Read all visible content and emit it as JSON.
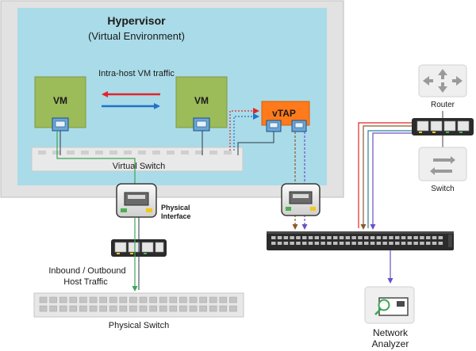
{
  "hypervisor": {
    "title": "Hypervisor",
    "subtitle": "(Virtual Environment)"
  },
  "vms": {
    "vm1_label": "VM",
    "vm2_label": "VM",
    "traffic_label": "Intra-host VM traffic"
  },
  "vtap": {
    "label": "vTAP"
  },
  "virtual_switch": {
    "label": "Virtual Switch"
  },
  "physical_interface": {
    "line1": "Physical",
    "line2": "Interface"
  },
  "host_traffic": {
    "line1": "Inbound / Outbound",
    "line2": "Host Traffic"
  },
  "physical_switch": {
    "label": "Physical Switch"
  },
  "router": {
    "label": "Router"
  },
  "switch": {
    "label": "Switch"
  },
  "network_analyzer": {
    "line1": "Network",
    "line2": "Analyzer"
  },
  "colors": {
    "hypervisor_outer": "#e2e2e2",
    "hypervisor_inner": "#aadbe8",
    "vm_green": "#9cbb59",
    "vtap_orange": "#ff7a1a",
    "arrow_red": "#e2242c",
    "arrow_blue": "#1f73c8",
    "line_green": "#3aa655",
    "line_teal": "#2a7e9a",
    "line_purple": "#6a4fc8",
    "line_brown": "#8a5a2a"
  }
}
